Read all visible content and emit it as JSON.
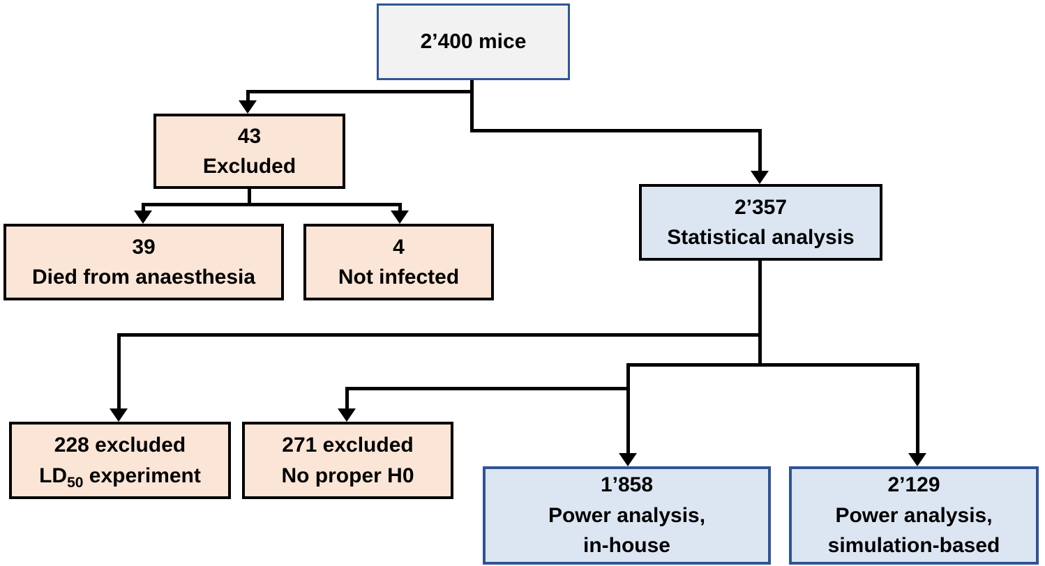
{
  "boxes": {
    "total": {
      "line1": "2’400 mice"
    },
    "excluded": {
      "line1": "43",
      "line2": "Excluded"
    },
    "died_anaesthesia": {
      "line1": "39",
      "line2": "Died from anaesthesia"
    },
    "not_infected": {
      "line1": "4",
      "line2": "Not infected"
    },
    "statistical_analysis": {
      "line1": "2’357",
      "line2": "Statistical analysis"
    },
    "ld50_excluded": {
      "line1": "228 excluded",
      "line2_prefix": "LD",
      "line2_sub": "50",
      "line2_suffix": " experiment"
    },
    "no_proper_h0": {
      "line1": "271 excluded",
      "line2": "No proper H0"
    },
    "power_inhouse": {
      "line1": "1’858",
      "line2": "Power analysis,",
      "line3": "in-house"
    },
    "power_simulation": {
      "line1": "2’129",
      "line2": "Power analysis,",
      "line3": "simulation-based"
    }
  },
  "colors": {
    "background": "#FFFFFF",
    "peach_fill": "#FBE5D6",
    "light_blue_fill": "#DCE6F2",
    "gray_fill": "#F2F2F2",
    "blue_border": "#2F5496",
    "black": "#000000"
  }
}
